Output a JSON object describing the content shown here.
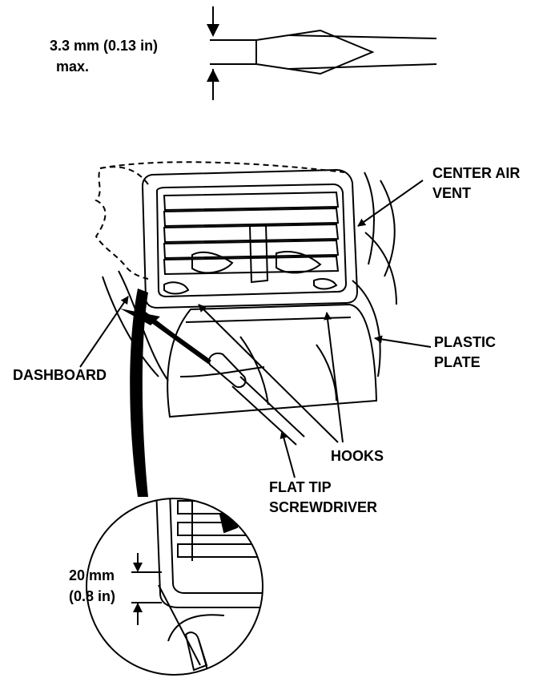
{
  "labels": {
    "tip_spec_line1": "3.3 mm (0.13 in)",
    "tip_spec_line2": "max.",
    "center_air_vent_line1": "CENTER AIR",
    "center_air_vent_line2": "VENT",
    "plastic_plate_line1": "PLASTIC",
    "plastic_plate_line2": "PLATE",
    "dashboard": "DASHBOARD",
    "hooks": "HOOKS",
    "screwdriver_line1": "FLAT TIP",
    "screwdriver_line2": "SCREWDRIVER",
    "depth_line1": "20 mm",
    "depth_line2": "(0.8 in)"
  },
  "colors": {
    "ink": "#000000",
    "paper": "#ffffff"
  }
}
